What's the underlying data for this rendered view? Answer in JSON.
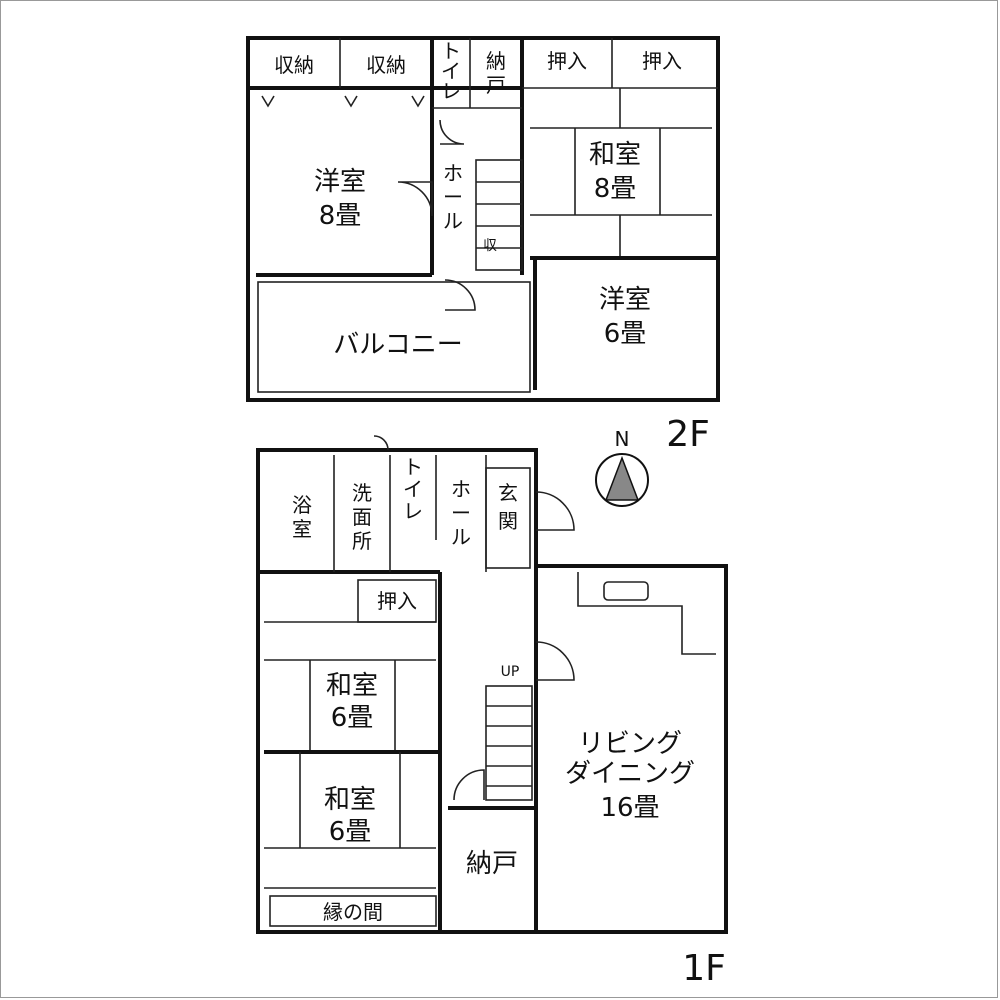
{
  "floor2": {
    "floor_label": "2F",
    "rooms": {
      "storage_1": "収納",
      "storage_2": "収納",
      "toilet": [
        "ト",
        "イ",
        "レ"
      ],
      "closet_nando": [
        "納",
        "戸"
      ],
      "oshiire_1": "押入",
      "oshiire_2": "押入",
      "western_8": [
        "洋室",
        "8畳"
      ],
      "hall": [
        "ホ",
        "ー",
        "ル"
      ],
      "shuno_small": "収",
      "japanese_8": [
        "和室",
        "8畳"
      ],
      "western_6": [
        "洋室",
        "6畳"
      ],
      "balcony": "バルコニー"
    }
  },
  "floor1": {
    "floor_label": "1F",
    "rooms": {
      "bath": [
        "浴",
        "室"
      ],
      "washroom": [
        "洗",
        "面",
        "所"
      ],
      "toilet": [
        "ト",
        "イ",
        "レ"
      ],
      "hall": [
        "ホ",
        "ー",
        "ル"
      ],
      "entrance": [
        "玄",
        "関"
      ],
      "oshiire": "押入",
      "japanese_6a": [
        "和室",
        "6畳"
      ],
      "japanese_6b": [
        "和室",
        "6畳"
      ],
      "engawa": "縁の間",
      "up": "UP",
      "nando": "納戸",
      "living": [
        "リビング",
        "ダイニング",
        "16畳"
      ]
    }
  },
  "compass": {
    "letter": "N"
  }
}
